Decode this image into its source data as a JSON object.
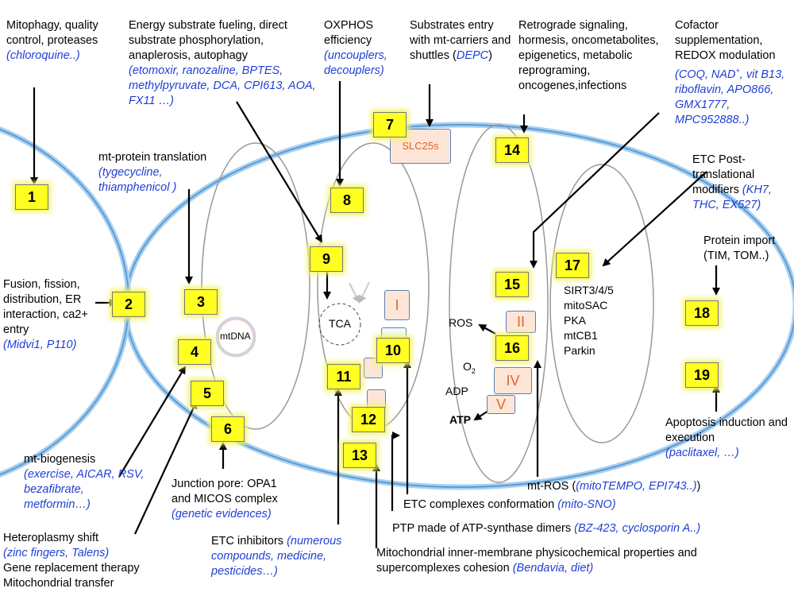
{
  "labels": {
    "l1_title": "Mitophagy, quality control, proteases",
    "l1_ex": "(chloroquine..)",
    "l2_title": "Energy substrate fueling, direct substrate phosphorylation, anaplerosis, autophagy",
    "l2_ex": "(etomoxir, ranozaline, BPTES, methylpyruvate, DCA, CPI613, AOA, FX11  …)",
    "l3_title": "OXPHOS efficiency",
    "l3_ex": "(uncouplers, decouplers)",
    "l4_title": "Substrates entry with mt-carriers and shuttles",
    "l4_ex": "DEPC",
    "l5_title": "Retrograde signaling, hormesis, oncometabolites, epigenetics, metabolic reprograming, oncogenes,infections",
    "l6_title": "Cofactor supplementation, REDOX modulation",
    "l6_ex_a": "(COQ, NAD",
    "l6_ex_sup": "+",
    "l6_ex_b": ", vit B13, riboflavin, APO866, GMX1777, MPC952888..)",
    "l7_title": "mt-protein translation",
    "l7_ex": "(tygecycline, thiamphenicol )",
    "l8_title": "ETC Post-translational modifiers",
    "l8_ex": "(KH7, THC, EX527)",
    "l9_title": "Protein import (TIM, TOM..)",
    "l10_title": "Fusion, fission, distribution, ER interaction, ca2+ entry",
    "l10_ex": "(Midvi1, P110)",
    "l11_title": "Apoptosis induction and execution",
    "l11_ex": "(paclitaxel, …)",
    "l12_title": "mt-biogenesis",
    "l12_ex": "(exercise, AICAR, RSV, bezafibrate, metformin…)",
    "l13_title": "Junction pore: OPA1 and MICOS complex",
    "l13_ex": "(genetic evidences)",
    "l14_title": "Heteroplasmy shift",
    "l14_ex": "(zinc fingers, Talens)",
    "l14_line2": "Gene replacement therapy",
    "l14_line3": "Mitochondrial transfer",
    "l15_title": "ETC inhibitors",
    "l15_ex": "(numerous compounds, medicine, pesticides…)",
    "l16_title": "mt-ROS",
    "l16_ex": "(mitoTEMPO, EPI743..)",
    "l17_title": "ETC complexes conformation",
    "l17_ex": "(mito-SNO)",
    "l18_title": "PTP made of ATP-synthase dimers",
    "l18_ex": "(BZ-423, cyclosporin A..)",
    "l19_title": "Mitochondrial inner-membrane physicochemical properties and supercomplexes cohesion",
    "l19_ex": "(Bendavia, diet)"
  },
  "badges": [
    "1",
    "2",
    "3",
    "4",
    "5",
    "6",
    "7",
    "8",
    "9",
    "10",
    "11",
    "12",
    "13",
    "14",
    "15",
    "16",
    "17",
    "18",
    "19"
  ],
  "complexes": {
    "I": "I",
    "II": "II",
    "IV": "IV",
    "V": "V"
  },
  "molecules": {
    "mtdna": "mtDNA",
    "tca": "TCA",
    "slc": "SLC25s",
    "ros": "ROS",
    "o2": "O",
    "o2_sub": "2",
    "adp": "ADP",
    "atp": "ATP"
  },
  "regulators": [
    "SIRT3/4/5",
    "mitoSAC",
    "PKA",
    "mtCB1",
    "Parkin"
  ],
  "colors": {
    "membrane": "#5b9bd5",
    "badge": "#ffff22",
    "example_text": "#1f3fd6",
    "complex_text": "#e0662a"
  }
}
